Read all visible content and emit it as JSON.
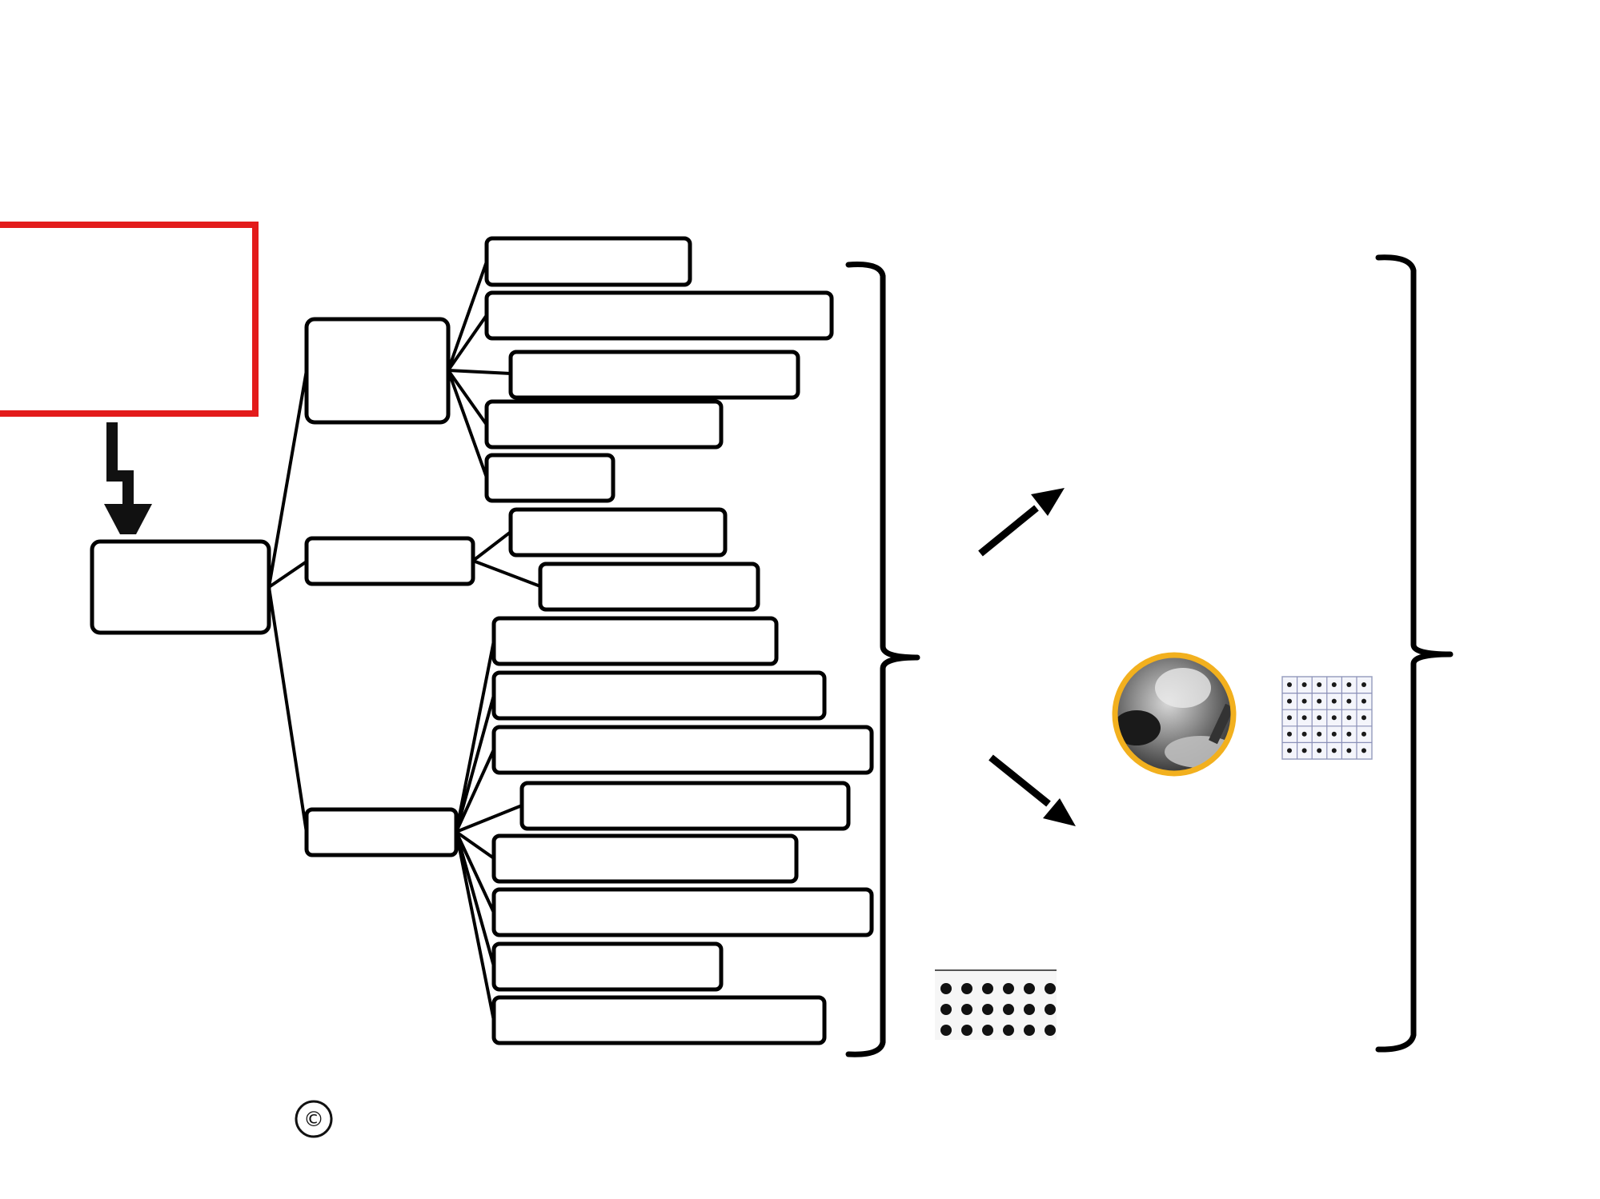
{
  "diagram": {
    "title_box": {
      "accent_color": "#e31b1b",
      "text": ""
    },
    "root_node": {
      "label": ""
    },
    "categories": [
      {
        "id": "category-1",
        "label": "",
        "leaves": [
          "",
          "",
          "",
          "",
          ""
        ]
      },
      {
        "id": "category-2",
        "label": "",
        "leaves": [
          "",
          ""
        ]
      },
      {
        "id": "category-3",
        "label": "",
        "leaves": [
          "",
          "",
          "",
          "",
          "",
          "",
          "",
          ""
        ]
      }
    ],
    "arrows": [
      "arrow-up-right-icon",
      "arrow-down-right-icon",
      "stepped-down-arrow-icon"
    ],
    "figures": [
      {
        "name": "round-photo",
        "ring_color": "#f2b01e"
      },
      {
        "name": "spot-array-small"
      },
      {
        "name": "spot-array-grid"
      }
    ],
    "copyright_symbol": "©"
  },
  "colors": {
    "line": "#000000",
    "accent_red": "#e31b1b",
    "accent_gold": "#f2b01e"
  }
}
